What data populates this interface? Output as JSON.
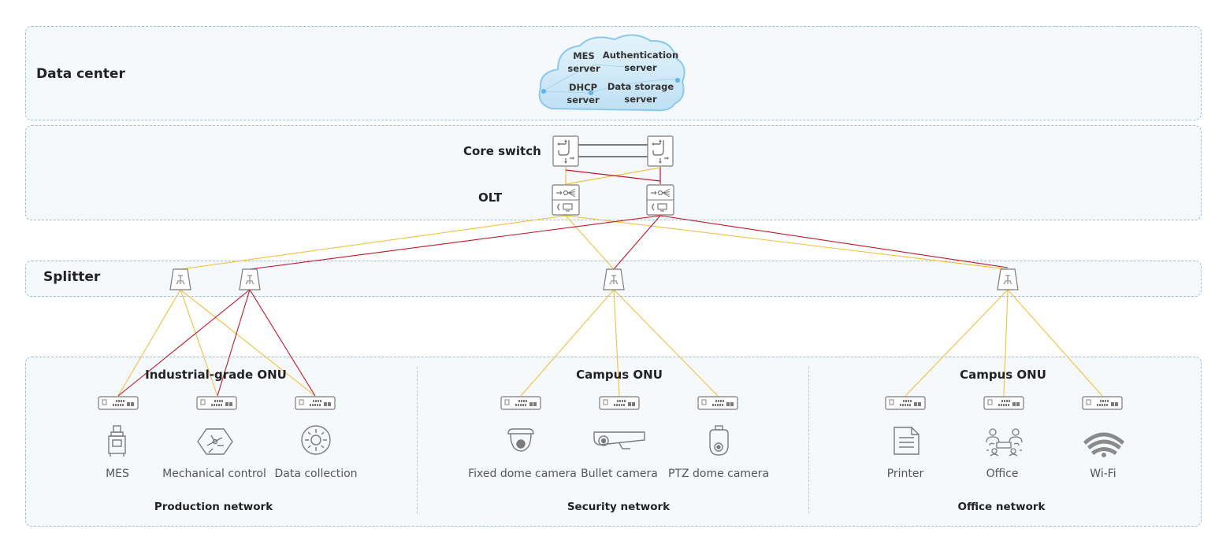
{
  "zones": {
    "data_center": "Data center",
    "core_switch": "Core switch",
    "olt": "OLT",
    "splitter": "Splitter"
  },
  "cloud": {
    "mes_line1": "MES",
    "mes_line2": "server",
    "auth_line1": "Authentication",
    "auth_line2": "server",
    "dhcp_line1": "DHCP",
    "dhcp_line2": "server",
    "storage_line1": "Data storage",
    "storage_line2": "server"
  },
  "groups": {
    "industrial_onu": "Industrial-grade ONU",
    "campus_onu_security": "Campus ONU",
    "campus_onu_office": "Campus ONU"
  },
  "devices": {
    "mes": "MES",
    "mechanical_control": "Mechanical control",
    "data_collection": "Data collection",
    "fixed_dome_camera": "Fixed dome camera",
    "bullet_camera": "Bullet camera",
    "ptz_dome_camera": "PTZ dome camera",
    "printer": "Printer",
    "office": "Office",
    "wifi": "Wi-Fi"
  },
  "networks": {
    "production": "Production network",
    "security": "Security network",
    "office": "Office network"
  },
  "colors": {
    "primary_link": "#f0c040",
    "backup_link": "#c0182b",
    "zone_border": "#9fbdd3",
    "icon_gray": "#7a7a7a",
    "cloud_fill": "#cfe8f7"
  }
}
